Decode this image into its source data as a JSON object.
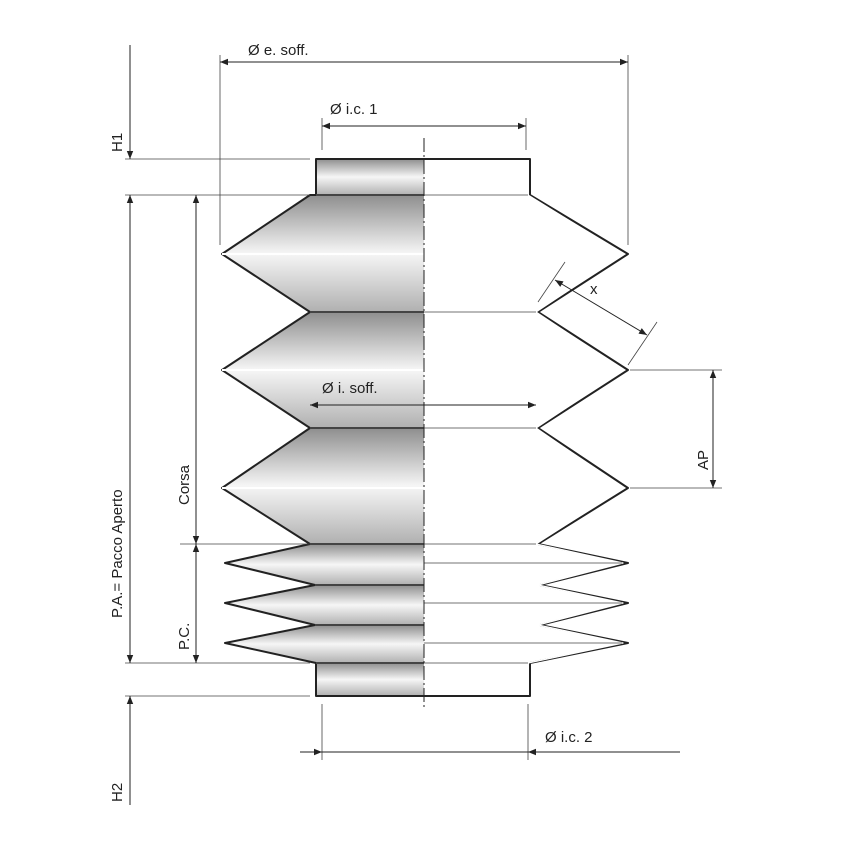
{
  "labels": {
    "e_soff": "Ø  e. soff.",
    "ic1": "Ø i.c. 1",
    "i_soff": "Ø i. soff.",
    "ic2": "Ø i.c. 2",
    "h1": "H1",
    "h2": "H2",
    "pa": "P.A.= Pacco Aperto",
    "corsa": "Corsa",
    "pc": "P.C.",
    "ap": "AP",
    "x": "x"
  },
  "colors": {
    "line": "#222222",
    "shade_dark": "#9a9a9a",
    "shade_light": "#f4f4f4"
  }
}
